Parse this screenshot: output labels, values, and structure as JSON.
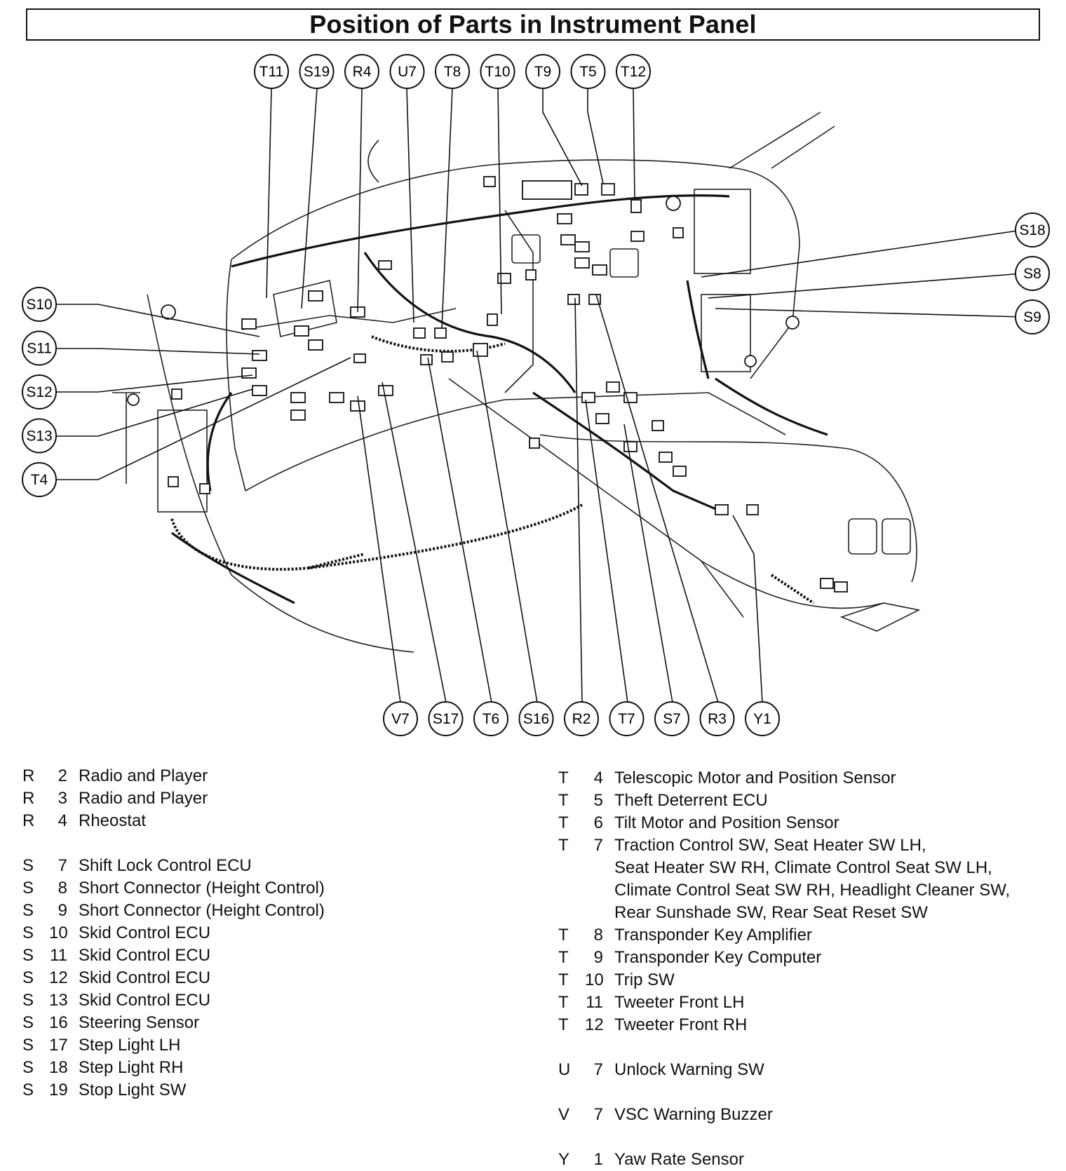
{
  "title": "Position of Parts in Instrument Panel",
  "callouts": {
    "top": [
      "T11",
      "S19",
      "R4",
      "U7",
      "T8",
      "T10",
      "T9",
      "T5",
      "T12"
    ],
    "left": [
      "S10",
      "S11",
      "S12",
      "S13",
      "T4"
    ],
    "right": [
      "S18",
      "S8",
      "S9"
    ],
    "bottom": [
      "V7",
      "S17",
      "T6",
      "S16",
      "R2",
      "T7",
      "S7",
      "R3",
      "Y1"
    ]
  },
  "legend_left": [
    {
      "letter": "R",
      "num": "2",
      "desc": "Radio and Player"
    },
    {
      "letter": "R",
      "num": "3",
      "desc": "Radio and Player"
    },
    {
      "letter": "R",
      "num": "4",
      "desc": "Rheostat"
    },
    {
      "gap": true
    },
    {
      "letter": "S",
      "num": "7",
      "desc": "Shift Lock Control ECU"
    },
    {
      "letter": "S",
      "num": "8",
      "desc": "Short Connector (Height Control)"
    },
    {
      "letter": "S",
      "num": "9",
      "desc": "Short Connector (Height Control)"
    },
    {
      "letter": "S",
      "num": "10",
      "desc": "Skid Control ECU"
    },
    {
      "letter": "S",
      "num": "11",
      "desc": "Skid Control ECU"
    },
    {
      "letter": "S",
      "num": "12",
      "desc": "Skid Control ECU"
    },
    {
      "letter": "S",
      "num": "13",
      "desc": "Skid Control ECU"
    },
    {
      "letter": "S",
      "num": "16",
      "desc": "Steering Sensor"
    },
    {
      "letter": "S",
      "num": "17",
      "desc": "Step Light LH"
    },
    {
      "letter": "S",
      "num": "18",
      "desc": "Step Light RH"
    },
    {
      "letter": "S",
      "num": "19",
      "desc": "Stop Light SW"
    }
  ],
  "legend_right": [
    {
      "letter": "T",
      "num": "4",
      "desc": "Telescopic Motor and Position Sensor"
    },
    {
      "letter": "T",
      "num": "5",
      "desc": "Theft Deterrent ECU"
    },
    {
      "letter": "T",
      "num": "6",
      "desc": "Tilt Motor and Position Sensor"
    },
    {
      "letter": "T",
      "num": "7",
      "desc": "Traction Control SW, Seat Heater SW LH,"
    },
    {
      "cont": true,
      "desc": "Seat Heater SW RH, Climate Control Seat SW LH,"
    },
    {
      "cont": true,
      "desc": "Climate Control Seat SW RH, Headlight Cleaner SW,"
    },
    {
      "cont": true,
      "desc": "Rear Sunshade SW, Rear Seat Reset SW"
    },
    {
      "letter": "T",
      "num": "8",
      "desc": "Transponder Key Amplifier"
    },
    {
      "letter": "T",
      "num": "9",
      "desc": "Transponder Key Computer"
    },
    {
      "letter": "T",
      "num": "10",
      "desc": "Trip SW"
    },
    {
      "letter": "T",
      "num": "11",
      "desc": "Tweeter Front LH"
    },
    {
      "letter": "T",
      "num": "12",
      "desc": "Tweeter Front RH"
    },
    {
      "gap": true
    },
    {
      "letter": "U",
      "num": "7",
      "desc": "Unlock Warning SW"
    },
    {
      "gap": true
    },
    {
      "letter": "V",
      "num": "7",
      "desc": "VSC Warning Buzzer"
    },
    {
      "gap": true
    },
    {
      "letter": "Y",
      "num": "1",
      "desc": "Yaw Rate Sensor"
    }
  ]
}
